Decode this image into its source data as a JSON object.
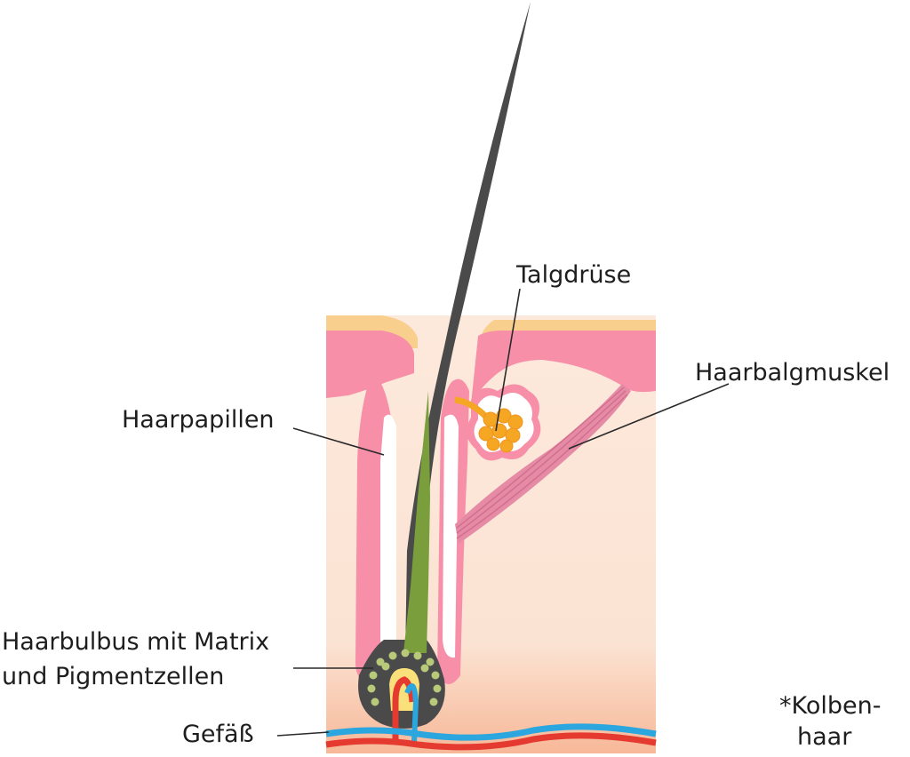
{
  "labels": {
    "talgdruese": "Talgdrüse",
    "haarbalgmuskel": "Haarbalgmuskel",
    "haarpapillen": "Haarpapillen",
    "haarbulbus_line1": "Haarbulbus mit Matrix",
    "haarbulbus_line2": "und Pigmentzellen",
    "gefaess": "Gefäß",
    "kolbenhaar_line1": "*Kolben-",
    "kolbenhaar_line2": "haar"
  },
  "colors": {
    "skin_light": "#fbe6d8",
    "skin_pink": "#f78fa8",
    "skin_top": "#f9cf8e",
    "hair": "#4a4a4a",
    "inner_root": "#7a9e3c",
    "gland": "#f5a623",
    "vessel_red": "#e53a2f",
    "vessel_blue": "#2ba6de",
    "muscle": "#e07a98"
  }
}
